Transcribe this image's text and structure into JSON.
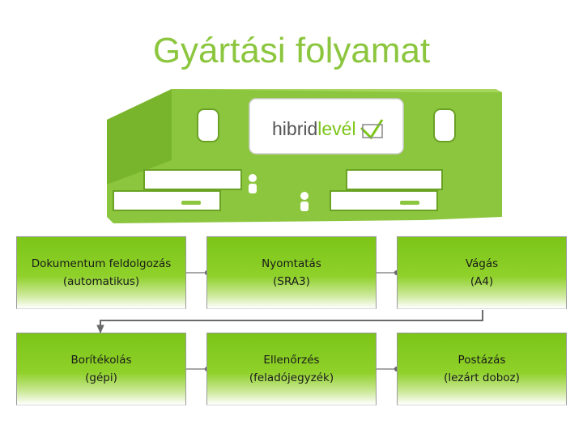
{
  "title": "Gyártási folyamat",
  "illustration": {
    "logo_text_part1": "hibrid",
    "logo_text_part2": "levél",
    "brand_color": "#8cc63f"
  },
  "colors": {
    "box_green": "#7cc518",
    "title_green": "#8cc63f",
    "connector": "#6a6a6a"
  },
  "steps": [
    {
      "line1": "Dokumentum feldolgozás",
      "line2": "(automatikus)"
    },
    {
      "line1": "Nyomtatás",
      "line2": "(SRA3)"
    },
    {
      "line1": "Vágás",
      "line2": "(A4)"
    },
    {
      "line1": "Borítékolás",
      "line2": "(gépi)"
    },
    {
      "line1": "Ellenőrzés",
      "line2": "(feladójegyzék)"
    },
    {
      "line1": "Postázás",
      "line2": "(lezárt doboz)"
    }
  ]
}
